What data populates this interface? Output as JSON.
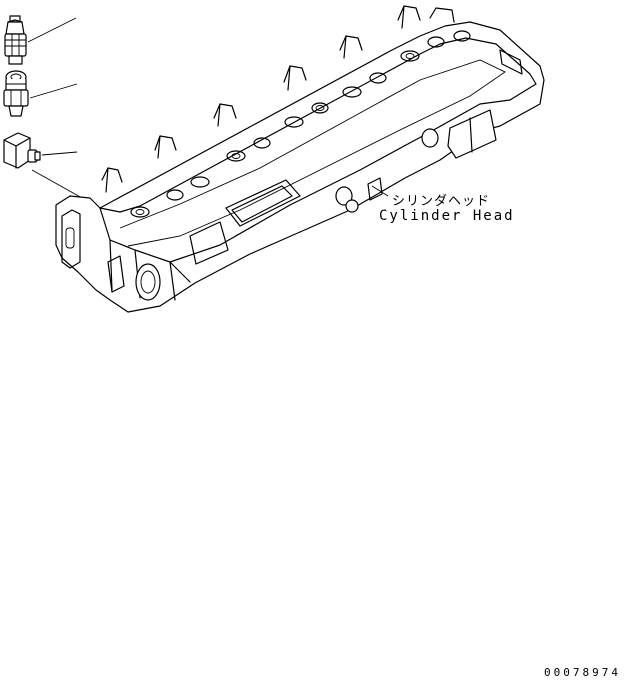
{
  "labels": {
    "part_name_jp": "シリンダヘッド",
    "part_name_en": "Cylinder Head"
  },
  "drawing_number": "00078974",
  "colors": {
    "line": "#000000",
    "background": "#ffffff"
  }
}
